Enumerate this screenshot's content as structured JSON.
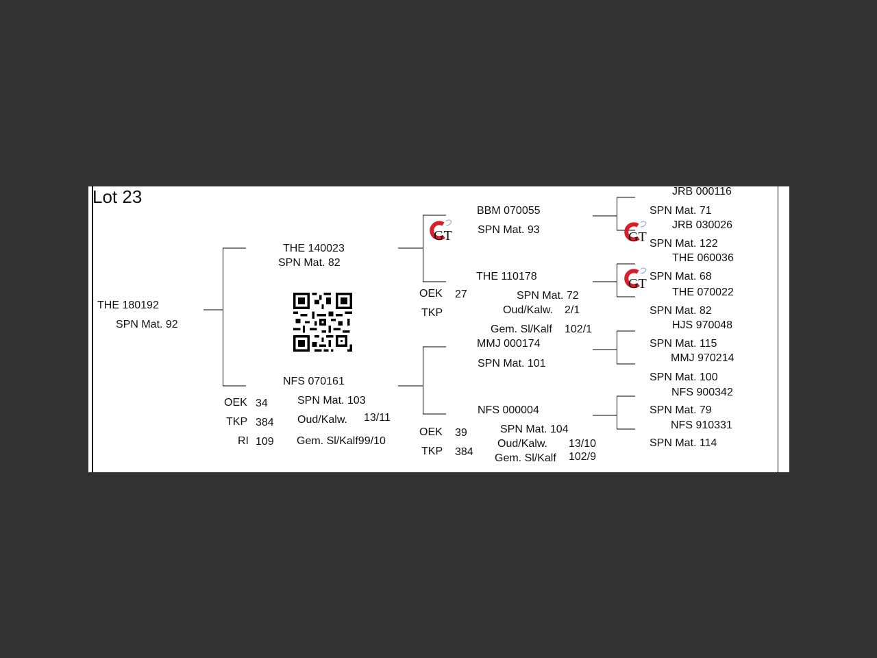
{
  "lot_title": "Lot 23",
  "animal": {
    "id": "THE 180192",
    "spn": "SPN Mat. 92"
  },
  "sire": {
    "id": "THE 140023",
    "spn": "SPN Mat. 82"
  },
  "dam": {
    "id": "NFS 070161",
    "oek_label": "OEK",
    "oek": "34",
    "tkp_label": "TKP",
    "tkp": "384",
    "ri_label": "RI",
    "ri": "109",
    "spn": "SPN Mat. 103",
    "oud_label": "Oud/Kalw.",
    "oud": "13/11",
    "gem_label": "Gem. Sl/Kalf99/10"
  },
  "ss": {
    "id": "BBM 070055",
    "spn": "SPN Mat. 93"
  },
  "sd": {
    "id": "THE 110178",
    "oek_label": "OEK",
    "oek": "27",
    "tkp_label": "TKP",
    "spn": "SPN Mat. 72",
    "oud_label": "Oud/Kalw.",
    "oud": "2/1",
    "gem_label": "Gem. Sl/Kalf",
    "gem": "102/1"
  },
  "ds": {
    "id": "MMJ 000174",
    "spn": "SPN Mat. 101"
  },
  "dd": {
    "id": "NFS 000004",
    "oek_label": "OEK",
    "oek": "39",
    "tkp_label": "TKP",
    "tkp": "384",
    "spn": "SPN Mat. 104",
    "oud_label": "Oud/Kalw.",
    "oud": "13/10",
    "gem_label": "Gem. Sl/Kalf",
    "gem": "102/9"
  },
  "gen4": [
    {
      "id": "JRB 000116",
      "spn": "SPN Mat. 71"
    },
    {
      "id": "JRB 030026",
      "spn": "SPN Mat. 122"
    },
    {
      "id": "THE 060036",
      "spn": "SPN Mat. 68"
    },
    {
      "id": "THE 070022",
      "spn": "SPN Mat. 82"
    },
    {
      "id": "HJS 970048",
      "spn": "SPN Mat. 115"
    },
    {
      "id": "MMJ 970214",
      "spn": "SPN Mat. 100"
    },
    {
      "id": "NFS 900342",
      "spn": "SPN Mat. 79"
    },
    {
      "id": "NFS 910331",
      "spn": "SPN Mat. 114"
    }
  ],
  "logo_text": "GT",
  "colors": {
    "background": "#333333",
    "sheet": "#ffffff",
    "logo_red": "#d6202a"
  }
}
